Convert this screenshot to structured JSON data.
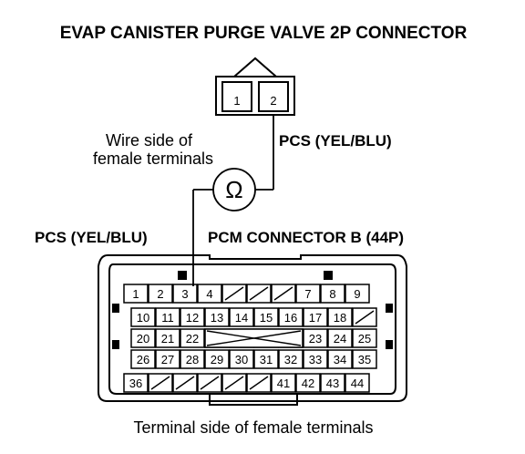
{
  "title": "EVAP CANISTER PURGE VALVE 2P CONNECTOR",
  "valve_connector": {
    "pins": [
      "1",
      "2"
    ]
  },
  "wire_side_label": [
    "Wire side of",
    "female terminals"
  ],
  "pcs_label_right": "PCS (YEL/BLU)",
  "pcs_label_left": "PCS (YEL/BLU)",
  "pcm_connector_label": "PCM CONNECTOR B (44P)",
  "ohm_symbol": "Ω",
  "terminal_side_label": "Terminal side of female terminals",
  "pcm_rows": [
    [
      "1",
      "2",
      "3",
      "4",
      "",
      "",
      "",
      "7",
      "8",
      "9"
    ],
    [
      "10",
      "11",
      "12",
      "13",
      "14",
      "15",
      "16",
      "17",
      "18",
      ""
    ],
    [
      "20",
      "21",
      "22",
      "",
      "",
      "",
      "",
      "23",
      "24",
      "25"
    ],
    [
      "26",
      "27",
      "28",
      "29",
      "30",
      "31",
      "32",
      "33",
      "34",
      "35"
    ],
    [
      "36",
      "",
      "",
      "",
      "",
      "",
      "41",
      "42",
      "43",
      "44"
    ]
  ]
}
